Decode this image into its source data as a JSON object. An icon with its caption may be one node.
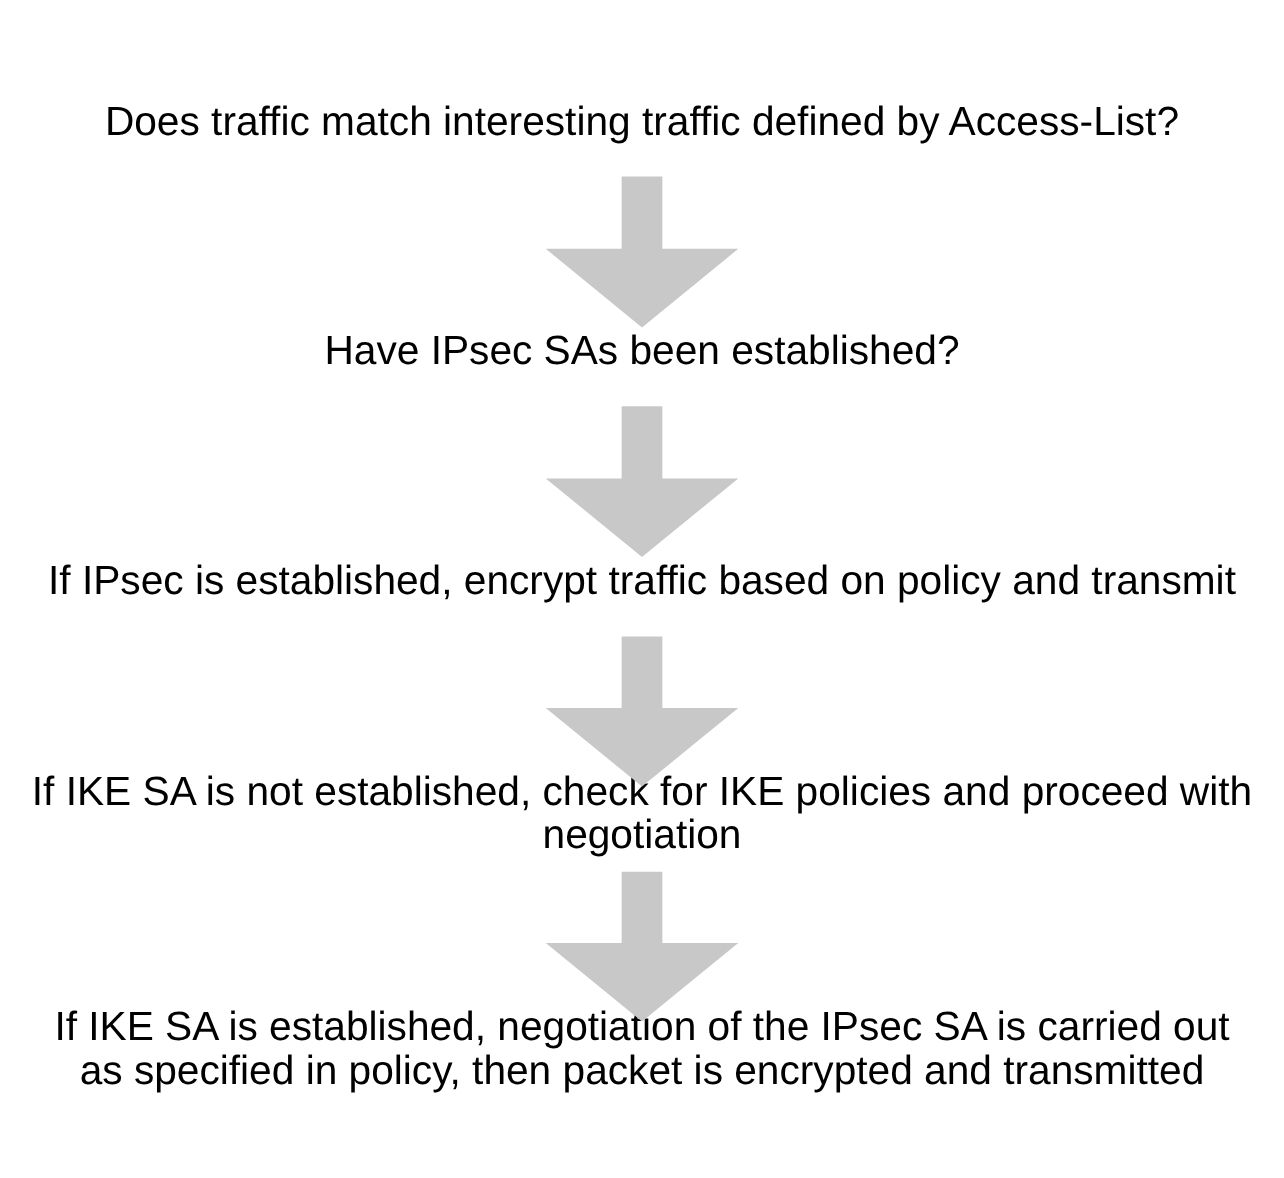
{
  "diagram": {
    "nodes": [
      {
        "text": [
          "Does traffic match interesting traffic defined by Access-List?"
        ]
      },
      {
        "text": [
          "Have IPsec SAs been established?"
        ]
      },
      {
        "text": [
          "If IPsec is established, encrypt traffic based on policy and transmit"
        ]
      },
      {
        "text": [
          "If IKE SA is not established, check for IKE policies and proceed with negotiation"
        ]
      },
      {
        "text": [
          "If IKE SA is established, negotiation of the IPsec SA is carried out as specified in policy, then packet is encrypted and transmitted"
        ]
      }
    ],
    "edges": [
      {
        "from": 0,
        "to": 1,
        "arrow": "to"
      },
      {
        "from": 1,
        "to": 2,
        "arrow": "to"
      },
      {
        "from": 2,
        "to": 3,
        "arrow": "to"
      },
      {
        "from": 3,
        "to": 4,
        "arrow": "to"
      }
    ]
  }
}
